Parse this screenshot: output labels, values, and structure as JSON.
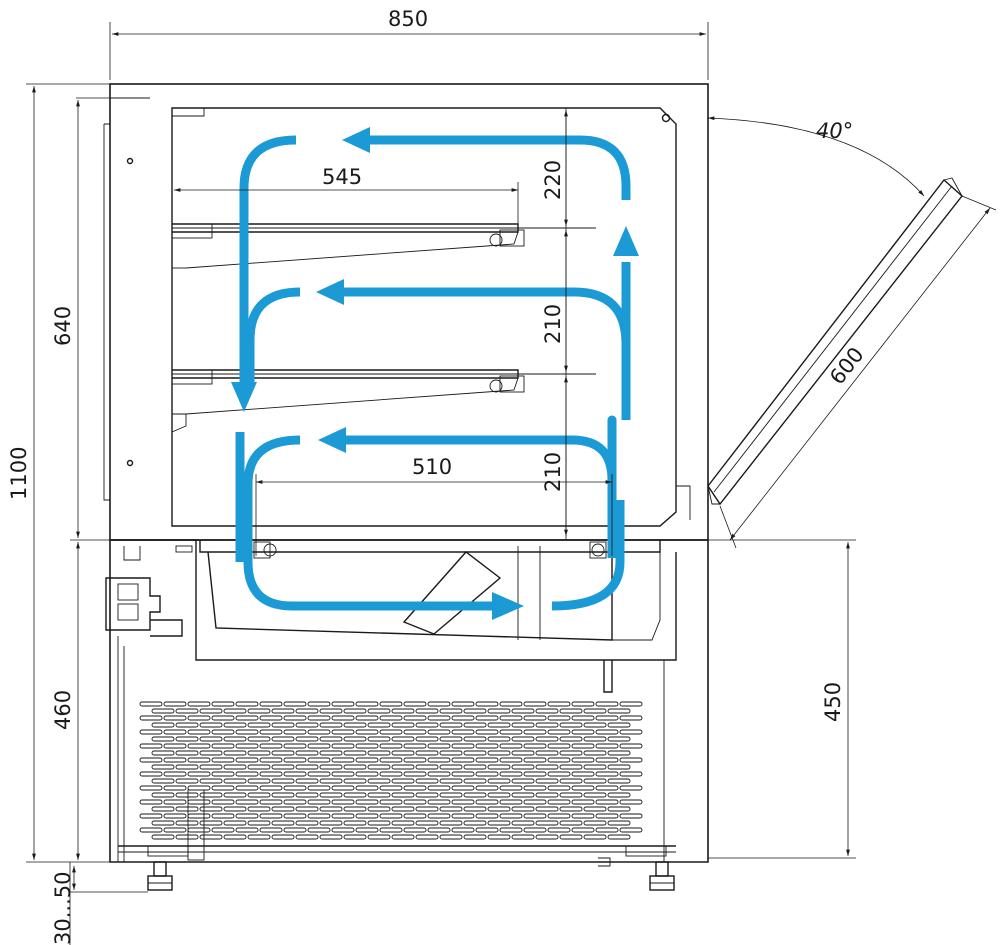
{
  "dimensions": {
    "overall_width": "850",
    "overall_height": "1100",
    "upper_height": "640",
    "lower_height": "460",
    "shelf_spacing_top": "220",
    "shelf_spacing_mid": "210",
    "shelf_spacing_low": "210",
    "shelf_depth_upper": "545",
    "deck_depth": "510",
    "glass_length": "600",
    "glass_angle": "40°",
    "counter_height": "450",
    "feet_range": "30...50"
  },
  "colors": {
    "airflow": "#1b9ad6",
    "outline": "#1a1a1a"
  }
}
